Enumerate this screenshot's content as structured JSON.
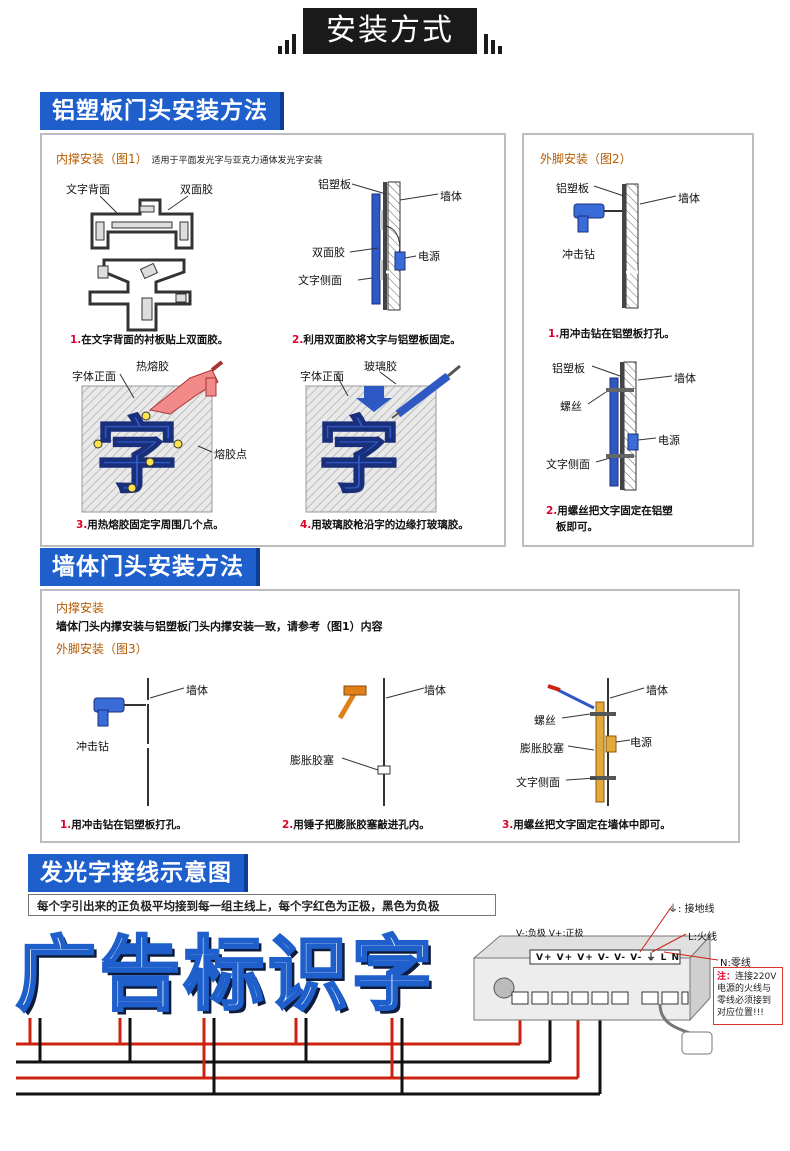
{
  "page_title": "安装方式",
  "colors": {
    "accent_blue": "#1e5fcc",
    "dark": "#1a1a1a",
    "orange": "#b45a00",
    "red": "#e0002a"
  },
  "section1": {
    "title": "铝塑板门头安装方法",
    "inner": {
      "heading": "内撑安装（图1）",
      "note": "适用于平面发光字与亚克力通体发光字安装",
      "fig_a": {
        "label_back": "文字背面",
        "label_tape": "双面胶",
        "glyph": "字",
        "caption_num": "1.",
        "caption": "在文字背面的衬板贴上双面胶。"
      },
      "fig_b": {
        "label_panel": "铝塑板",
        "label_wall": "墙体",
        "label_tape": "双面胶",
        "label_power": "电源",
        "label_side": "文字侧面",
        "caption_num": "2.",
        "caption": "利用双面胶将文字与铝塑板固定。"
      },
      "fig_c": {
        "label_front": "字体正面",
        "label_glue": "热熔胶",
        "label_point": "熔胶点",
        "glyph": "字",
        "caption_num": "3.",
        "caption": "用热熔胶固定字周围几个点。"
      },
      "fig_d": {
        "label_front": "字体正面",
        "label_glue": "玻璃胶",
        "glyph": "字",
        "caption_num": "4.",
        "caption": "用玻璃胶枪沿字的边缘打玻璃胶。"
      }
    },
    "outer": {
      "heading": "外脚安装（图2）",
      "fig_a": {
        "label_panel": "铝塑板",
        "label_wall": "墙体",
        "label_drill": "冲击钻",
        "caption_num": "1.",
        "caption": "用冲击钻在铝塑板打孔。"
      },
      "fig_b": {
        "label_panel": "铝塑板",
        "label_wall": "墙体",
        "label_screw": "螺丝",
        "label_power": "电源",
        "label_side": "文字侧面",
        "caption_num": "2.",
        "caption_line1": "用螺丝把文字固定在铝塑",
        "caption_line2": "板即可。"
      }
    }
  },
  "section2": {
    "title": "墙体门头安装方法",
    "inner_heading": "内撑安装",
    "inner_note": "墙体门头内撑安装与铝塑板门头内撑安装一致，请参考（图1）内容",
    "outer_heading": "外脚安装（图3）",
    "fig_a": {
      "label_wall": "墙体",
      "label_drill": "冲击钻",
      "caption_num": "1.",
      "caption": "用冲击钻在铝塑板打孔。"
    },
    "fig_b": {
      "label_wall": "墙体",
      "label_plug": "膨胀胶塞",
      "caption_num": "2.",
      "caption": "用锤子把膨胀胶塞敲进孔内。"
    },
    "fig_c": {
      "label_wall": "墙体",
      "label_screw": "螺丝",
      "label_plug": "膨胀胶塞",
      "label_power": "电源",
      "label_side": "文字侧面",
      "caption_num": "3.",
      "caption": "用螺丝把文字固定在墙体中即可。"
    }
  },
  "section3": {
    "title": "发光字接线示意图",
    "tip": "每个字引出来的正负极平均接到每一组主线上，每个字红色为正极，黑色为负极",
    "big_word": "广告标识字",
    "terminal_legend": "V-:负极  V+:正极",
    "terminals": "V+ V+ V+ V- V- V-  ⏚  L  N",
    "ground_label": "⏚: 接地线",
    "live_label": "L:火线",
    "neutral_label": "N:零线",
    "warn_title": "注：",
    "warn_text": "连接220V电源的火线与零线必须接到对应位置!!!"
  }
}
